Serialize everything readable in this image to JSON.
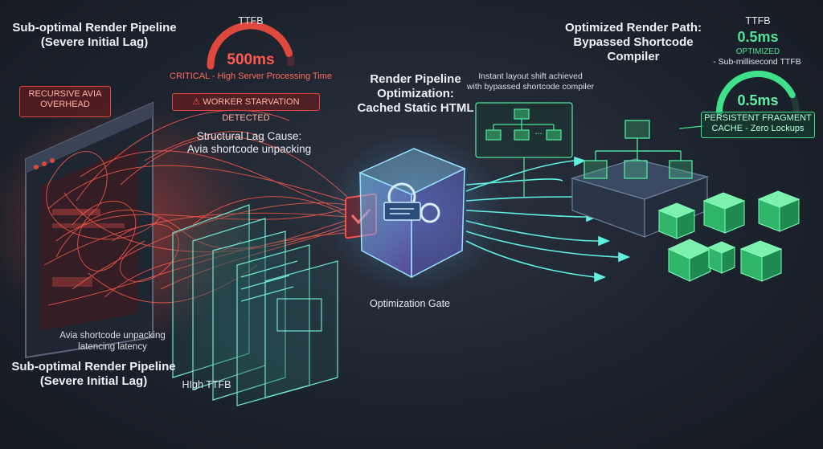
{
  "left_panel": {
    "title_line1": "Sub-optimal Render Pipeline",
    "title_line2": "(Severe Initial Lag)",
    "bottom_title_line1": "Sub-optimal Render Pipeline",
    "bottom_title_line2": "(Severe Initial Lag)",
    "recursive_badge_line1": "RECURSIVE AVIA",
    "recursive_badge_line2": "OVERHEAD",
    "latency_line1": "Avia shortcode unpacking",
    "latency_line2": "latencing latency",
    "high_ttfb": "HIgh TTFB"
  },
  "ttfb_bad": {
    "label": "TTFB",
    "value": "500ms",
    "status": "CRITICAL - High Server Processing Time",
    "warning": "WORKER STARVATION DETECTED",
    "gauge_fraction": 0.9
  },
  "structural_cause": {
    "line1": "Structural Lag Cause:",
    "line2": "Avia shortcode unpacking"
  },
  "middle": {
    "title_line1": "Render Pipeline",
    "title_line2": "Optimization:",
    "title_line3": "Cached Static HTML",
    "gate_label": "Optimization Gate",
    "instant_line1": "Instant layout shift achieved",
    "instant_line2": "with bypassed shortcode compiler",
    "tree_ellipsis": "..."
  },
  "right_panel": {
    "title_line1": "Optimized Render Path:",
    "title_line2": "Bypassed Shortcode Compiler",
    "ttfb_label": "TTFB",
    "ttfb_value": "0.5ms",
    "optimized_label": "OPTIMIZED",
    "sub_ms": "- Sub-millisecond TTFB",
    "gauge_value": "0.5ms",
    "gauge_fraction": 0.85,
    "cache_line1": "PERSISTENT FRAGMENT",
    "cache_line2": "CACHE - Zero Lockups"
  },
  "colors": {
    "bad": "#e0483e",
    "good": "#3fe08a",
    "cyan": "#5ff0e0",
    "cube": "#7fc7ff"
  }
}
